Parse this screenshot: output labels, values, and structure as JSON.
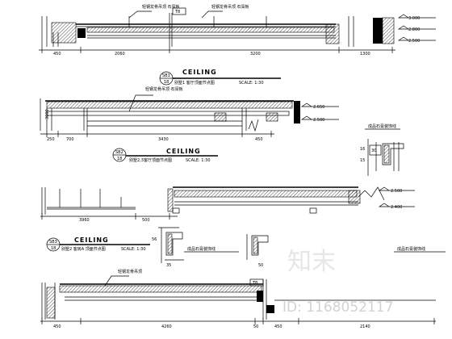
{
  "drawing": {
    "sec1": {
      "tag_top": "T8",
      "note_left": "轻钢龙骨吊顶 石膏板",
      "note_right": "轻钢龙骨吊顶 石膏板",
      "levels": [
        "3.000",
        "2.800",
        "2.500"
      ],
      "dims": [
        "450",
        "2060",
        "3200",
        "1300"
      ],
      "title_num": "SB1",
      "title_sheet": "18",
      "title_word": "CEILING",
      "title_cn": "别墅1 客厅顶面节点图",
      "title_scale": "SCALE: 1:30"
    },
    "sec2": {
      "note": "轻钢龙骨吊顶 石膏板",
      "levels": [
        "2.650",
        "2.500"
      ],
      "height_dim": "3000",
      "dims": [
        "250",
        "700",
        "3430",
        "450"
      ],
      "title_num": "SB2",
      "title_sheet": "18",
      "title_word": "CEILING",
      "title_cn": "别墅2,3客厅顶面节点图",
      "title_scale": "SCALE: 1:30",
      "detail_note": "成品石膏装饰线",
      "detail_dims": [
        "30",
        "16",
        "15"
      ]
    },
    "sec3": {
      "levels": [
        "2.500",
        "2.400"
      ],
      "dims": [
        "3960",
        "500"
      ],
      "detail_dims": [
        "56",
        "35",
        "50"
      ],
      "note_a": "成品石膏装饰线",
      "note_b": "成品石膏装饰线",
      "title_num": "SB3",
      "title_sheet": "18",
      "title_word": "CEILING",
      "title_cn": "别墅2 客房A 顶面节点图",
      "title_scale": "SCALE: 1:30"
    },
    "sec4": {
      "tag_top": "T8",
      "note": "轻钢龙骨吊顶",
      "dims": [
        "450",
        "4260",
        "50",
        "450",
        "2140"
      ]
    },
    "watermark": {
      "logo_text": "知末",
      "id_text": "ID: 1168052117"
    }
  }
}
